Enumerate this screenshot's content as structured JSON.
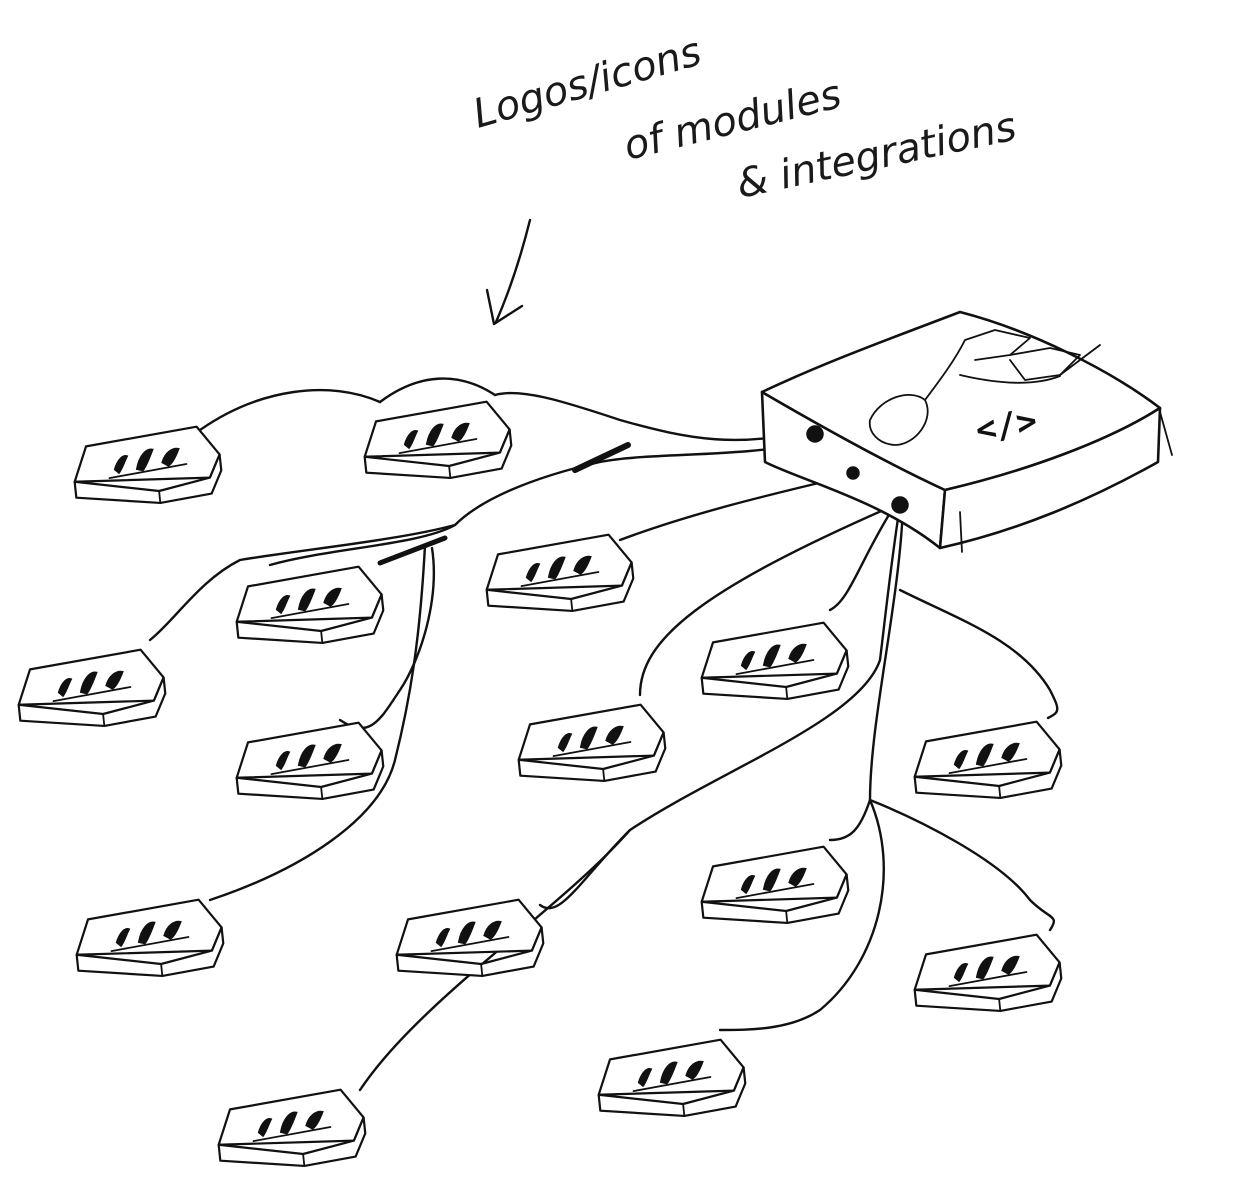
{
  "annotation": {
    "line1": "Logos/icons",
    "line2": "of modules",
    "line3": "& integrations"
  },
  "hub": {
    "symbol": "</>"
  },
  "modules": [
    {
      "id": "module-1"
    },
    {
      "id": "module-2"
    },
    {
      "id": "module-3"
    },
    {
      "id": "module-4"
    },
    {
      "id": "module-5"
    },
    {
      "id": "module-6"
    },
    {
      "id": "module-7"
    },
    {
      "id": "module-8"
    },
    {
      "id": "module-9"
    },
    {
      "id": "module-10"
    },
    {
      "id": "module-11"
    },
    {
      "id": "module-12"
    },
    {
      "id": "module-13"
    },
    {
      "id": "module-14"
    },
    {
      "id": "module-15"
    },
    {
      "id": "module-16"
    }
  ]
}
